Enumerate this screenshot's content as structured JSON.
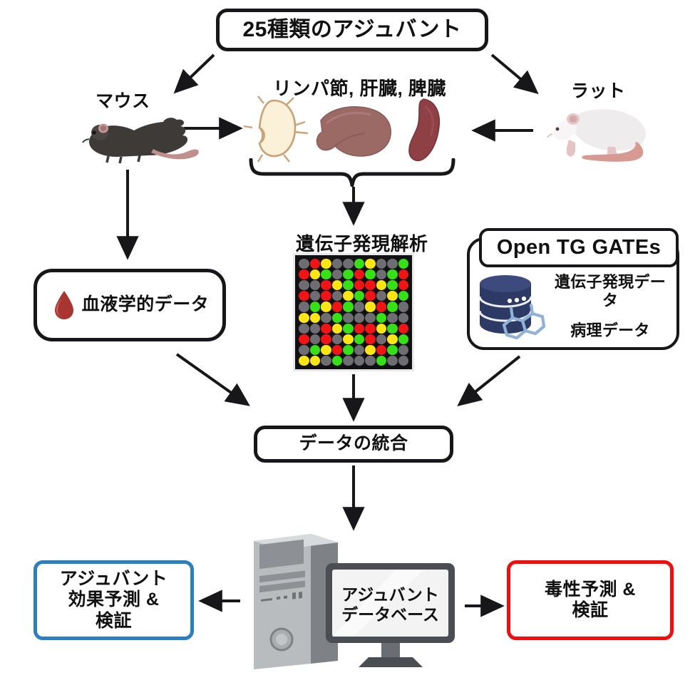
{
  "title": {
    "text": "25種類のアジュバント"
  },
  "animals": {
    "mouse_label": "マウス",
    "rat_label": "ラット",
    "mouse_icon": "mouse-illustration",
    "rat_icon": "rat-illustration"
  },
  "organs": {
    "label": "リンパ節, 肝臓, 脾臓",
    "items": [
      "lymph-node",
      "liver",
      "spleen"
    ],
    "brace_icon": "curly-brace"
  },
  "gene_expression": {
    "label": "遺伝子発現解析",
    "icon": "microarray-heatmap"
  },
  "blood": {
    "label": "血液学的データ",
    "icon": "blood-drop-icon"
  },
  "tg_gates": {
    "header": "Open TG GATEs",
    "icon": "database-molecule-icon",
    "lines": [
      "遺伝子発現データ",
      "病理データ"
    ]
  },
  "integration": {
    "label": "データの統合"
  },
  "computer": {
    "tower_icon": "pc-tower-icon",
    "monitor_icon": "monitor-icon",
    "screen_text": "アジュバント\nデータベース"
  },
  "outcomes": {
    "left": {
      "text": "アジュバント\n効果予測 &\n検証",
      "border_color": "#2a7fc1"
    },
    "right": {
      "text": "毒性予測 &\n検証",
      "border_color": "#f40d0d"
    }
  },
  "colors": {
    "stroke": "#17171a",
    "blue": "#2a7fc1",
    "red": "#f40d0d",
    "heat_red": "#f21414",
    "heat_yellow": "#ffe512",
    "heat_green": "#35e014",
    "heat_gray": "#6d6d72",
    "heat_bg": "#111114",
    "db_navy": "#2e3a66",
    "molecule_blue": "#8fb2d6"
  },
  "chart_data": {
    "type": "heatmap",
    "title": "遺伝子発現解析",
    "rows": 10,
    "cols": 10,
    "legend": [
      "red",
      "yellow",
      "green",
      "gray"
    ],
    "grid": [
      [
        "gray",
        "red",
        "yellow",
        "gray",
        "gray",
        "green",
        "yellow",
        "gray",
        "gray",
        "green"
      ],
      [
        "red",
        "yellow",
        "green",
        "gray",
        "green",
        "red",
        "green",
        "gray",
        "green",
        "red"
      ],
      [
        "gray",
        "gray",
        "red",
        "yellow",
        "green",
        "red",
        "red",
        "yellow",
        "green",
        "red"
      ],
      [
        "red",
        "gray",
        "red",
        "gray",
        "yellow",
        "green",
        "red",
        "gray",
        "yellow",
        "green"
      ],
      [
        "gray",
        "green",
        "yellow",
        "red",
        "green",
        "gray",
        "yellow",
        "red",
        "green",
        "gray"
      ],
      [
        "yellow",
        "yellow",
        "gray",
        "green",
        "gray",
        "gray",
        "gray",
        "green",
        "gray",
        "gray"
      ],
      [
        "gray",
        "gray",
        "red",
        "yellow",
        "green",
        "red",
        "red",
        "yellow",
        "green",
        "red"
      ],
      [
        "red",
        "gray",
        "red",
        "gray",
        "yellow",
        "green",
        "red",
        "gray",
        "yellow",
        "green"
      ],
      [
        "gray",
        "green",
        "yellow",
        "red",
        "green",
        "gray",
        "yellow",
        "red",
        "green",
        "gray"
      ],
      [
        "yellow",
        "yellow",
        "gray",
        "green",
        "gray",
        "gray",
        "gray",
        "green",
        "gray",
        "gray"
      ]
    ]
  },
  "arrows": [
    {
      "name": "title-to-mouse"
    },
    {
      "name": "title-to-rat"
    },
    {
      "name": "mouse-to-organs"
    },
    {
      "name": "rat-to-organs"
    },
    {
      "name": "mouse-to-blood"
    },
    {
      "name": "organs-to-heatmap"
    },
    {
      "name": "blood-to-integration"
    },
    {
      "name": "heatmap-to-integration"
    },
    {
      "name": "tggates-to-integration"
    },
    {
      "name": "integration-to-computer"
    },
    {
      "name": "computer-to-predict"
    },
    {
      "name": "computer-to-tox"
    }
  ]
}
